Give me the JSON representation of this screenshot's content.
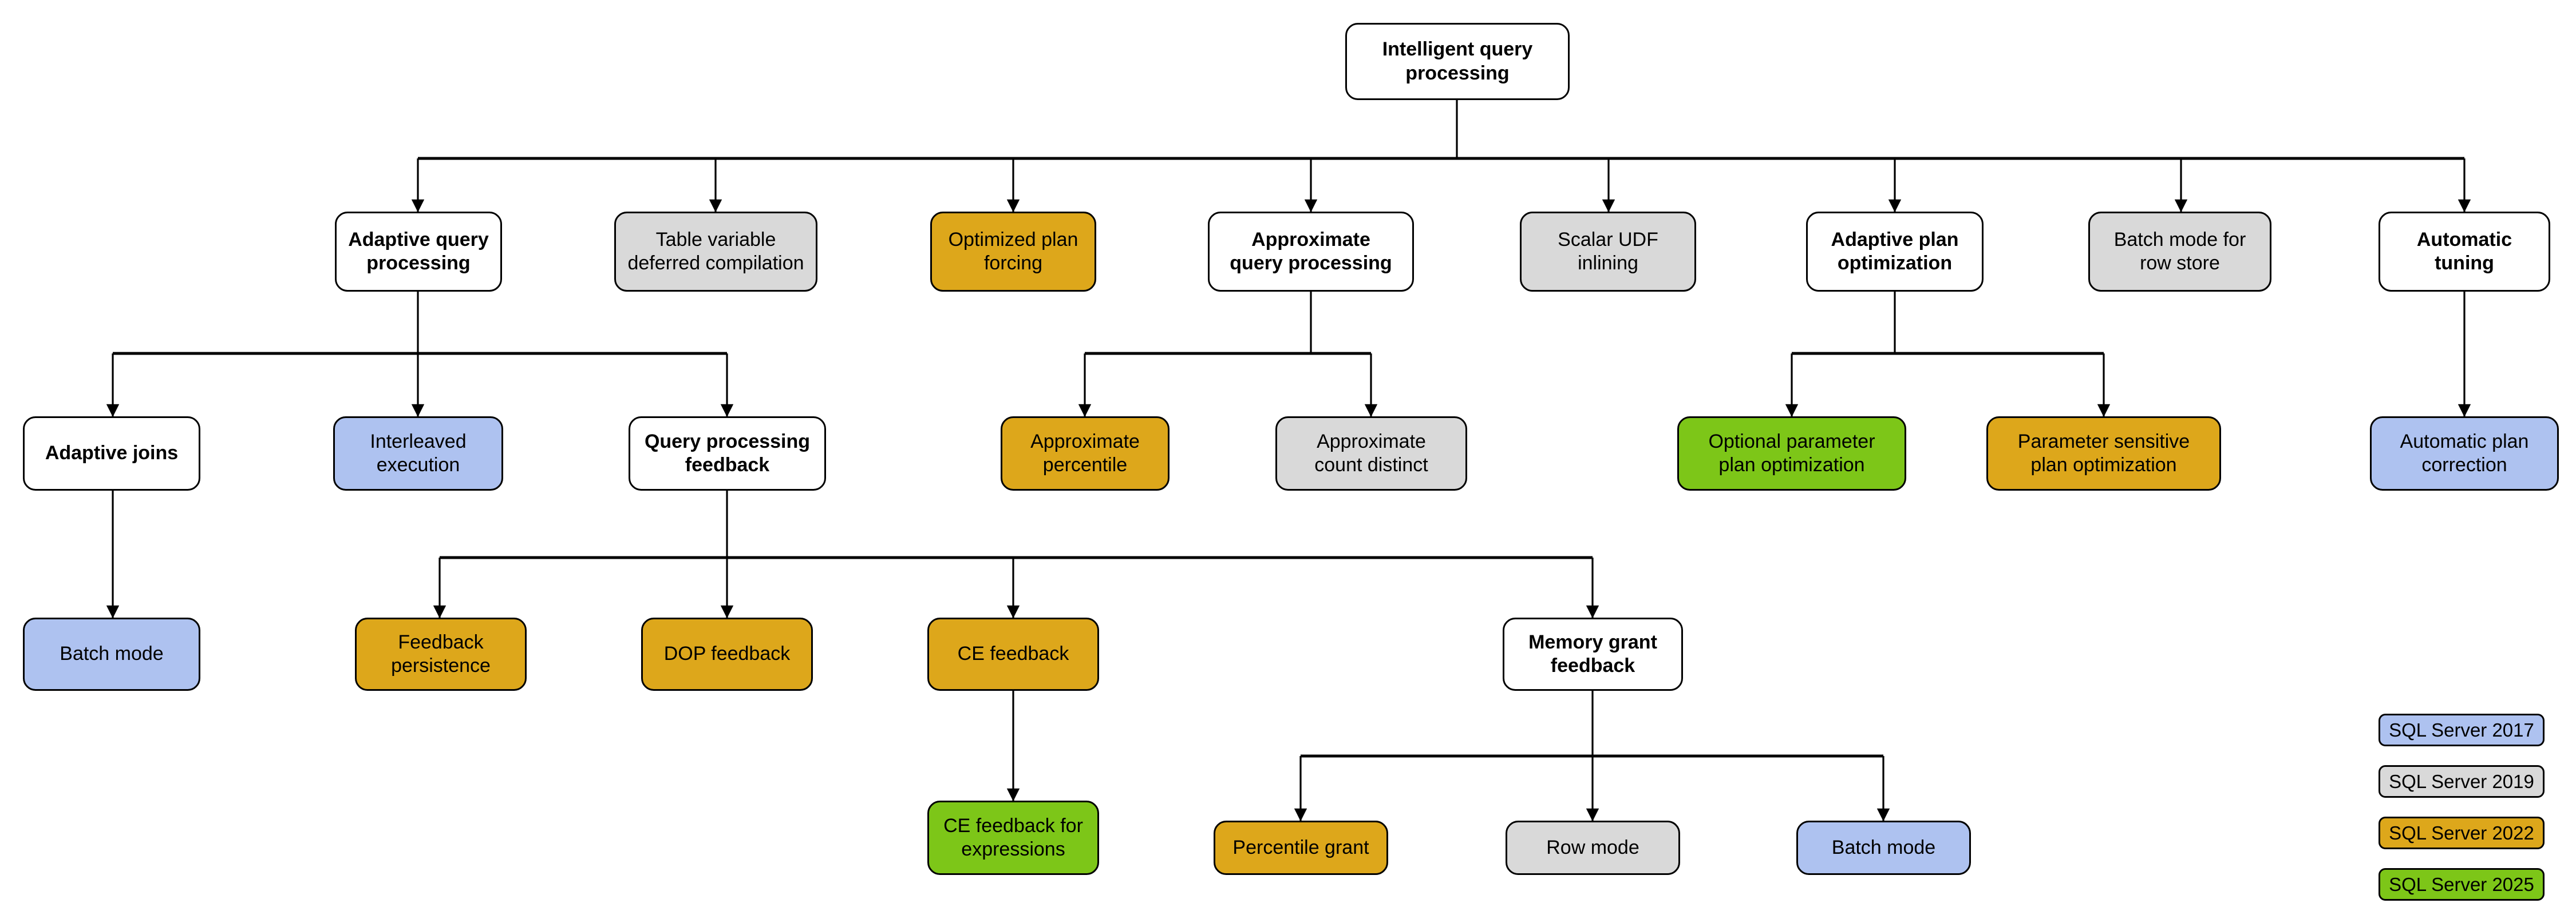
{
  "diagram": {
    "title": "Intelligent query processing",
    "palette": {
      "sql_server_2017": "#aec2f0",
      "sql_server_2019": "#d9d9d9",
      "sql_server_2022": "#dda71b",
      "sql_server_2025": "#7dc618",
      "default_node": "#ffffff",
      "stroke": "#000000"
    },
    "root": {
      "label": "Intelligent query\nprocessing",
      "release": "none"
    },
    "level2": [
      {
        "label": "Adaptive query\nprocessing",
        "release": "none"
      },
      {
        "label": "Table variable\ndeferred compilation",
        "release": "sql_server_2019"
      },
      {
        "label": "Optimized plan\nforcing",
        "release": "sql_server_2022"
      },
      {
        "label": "Approximate\nquery processing",
        "release": "none"
      },
      {
        "label": "Scalar UDF\ninlining",
        "release": "sql_server_2019"
      },
      {
        "label": "Adaptive plan\noptimization",
        "release": "none"
      },
      {
        "label": "Batch mode for\nrow store",
        "release": "sql_server_2019"
      },
      {
        "label": "Automatic\ntuning",
        "release": "none"
      }
    ],
    "level3": [
      {
        "label": "Adaptive joins",
        "release": "none",
        "parent": "Adaptive query processing"
      },
      {
        "label": "Interleaved\nexecution",
        "release": "sql_server_2017",
        "parent": "Adaptive query processing"
      },
      {
        "label": "Query processing\nfeedback",
        "release": "none",
        "parent": "Adaptive query processing"
      },
      {
        "label": "Approximate\npercentile",
        "release": "sql_server_2022",
        "parent": "Approximate query processing"
      },
      {
        "label": "Approximate\ncount distinct",
        "release": "sql_server_2019",
        "parent": "Approximate query processing"
      },
      {
        "label": "Optional parameter\nplan optimization",
        "release": "sql_server_2025",
        "parent": "Adaptive plan optimization"
      },
      {
        "label": "Parameter sensitive\nplan optimization",
        "release": "sql_server_2022",
        "parent": "Adaptive plan optimization"
      },
      {
        "label": "Automatic plan\ncorrection",
        "release": "sql_server_2017",
        "parent": "Automatic tuning"
      }
    ],
    "level4": [
      {
        "label": "Batch mode",
        "release": "sql_server_2017",
        "parent": "Adaptive joins"
      },
      {
        "label": "Feedback\npersistence",
        "release": "sql_server_2022",
        "parent": "Query processing feedback"
      },
      {
        "label": "DOP feedback",
        "release": "sql_server_2022",
        "parent": "Query processing feedback"
      },
      {
        "label": "CE feedback",
        "release": "sql_server_2022",
        "parent": "Query processing feedback"
      },
      {
        "label": "Memory grant\nfeedback",
        "release": "none",
        "parent": "Query processing feedback"
      }
    ],
    "level5": [
      {
        "label": "CE feedback for\nexpressions",
        "release": "sql_server_2025",
        "parent": "CE feedback"
      },
      {
        "label": "Percentile grant",
        "release": "sql_server_2022",
        "parent": "Memory grant feedback"
      },
      {
        "label": "Row mode",
        "release": "sql_server_2019",
        "parent": "Memory grant feedback"
      },
      {
        "label": "Batch mode",
        "release": "sql_server_2017",
        "parent": "Memory grant feedback"
      }
    ],
    "legend": [
      {
        "label": "SQL Server 2017",
        "release": "sql_server_2017"
      },
      {
        "label": "SQL Server 2019",
        "release": "sql_server_2019"
      },
      {
        "label": "SQL Server 2022",
        "release": "sql_server_2022"
      },
      {
        "label": "SQL Server 2025",
        "release": "sql_server_2025"
      }
    ]
  }
}
